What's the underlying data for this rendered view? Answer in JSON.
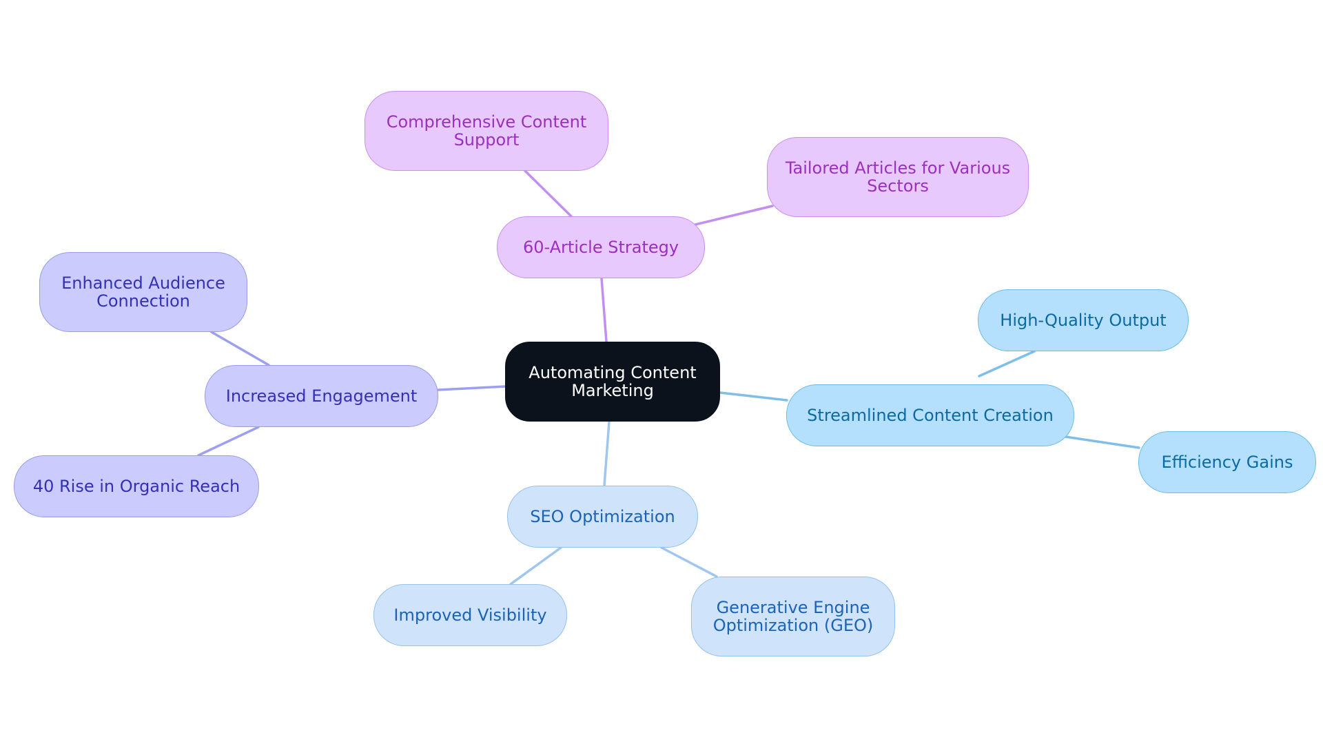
{
  "diagram": {
    "type": "mind-map",
    "root": {
      "label": "Automating Content Marketing",
      "fill": "#0b121b",
      "text_color": "#ffffff"
    },
    "branches": [
      {
        "id": "article-strategy",
        "label": "60-Article Strategy",
        "fill": "#e8c9fd",
        "border": "#c88ef0",
        "text_color": "#9b2fc0",
        "edge_color": "#c28ef0",
        "children": [
          {
            "id": "comprehensive-content-support",
            "label": "Comprehensive Content Support"
          },
          {
            "id": "tailored-articles",
            "label": "Tailored Articles for Various Sectors"
          }
        ]
      },
      {
        "id": "increased-engagement",
        "label": "Increased Engagement",
        "fill": "#cbcbfd",
        "border": "#9a9aee",
        "text_color": "#3330b8",
        "edge_color": "#9d9ff0",
        "children": [
          {
            "id": "enhanced-audience-connection",
            "label": "Enhanced Audience Connection"
          },
          {
            "id": "organic-reach",
            "label": "40 Rise in Organic Reach"
          }
        ]
      },
      {
        "id": "streamlined-content-creation",
        "label": "Streamlined Content Creation",
        "fill": "#b5e0fd",
        "border": "#6cbce8",
        "text_color": "#0b6aa3",
        "edge_color": "#7dbfea",
        "children": [
          {
            "id": "high-quality-output",
            "label": "High-Quality Output"
          },
          {
            "id": "efficiency-gains",
            "label": "Efficiency Gains"
          }
        ]
      },
      {
        "id": "seo-optimization",
        "label": "SEO Optimization",
        "fill": "#cfe3fb",
        "border": "#94c1ee",
        "text_color": "#1a63b8",
        "edge_color": "#9ec6ef",
        "children": [
          {
            "id": "improved-visibility",
            "label": "Improved Visibility"
          },
          {
            "id": "generative-engine-optimization",
            "label": "Generative Engine Optimization (GEO)"
          }
        ]
      }
    ]
  }
}
